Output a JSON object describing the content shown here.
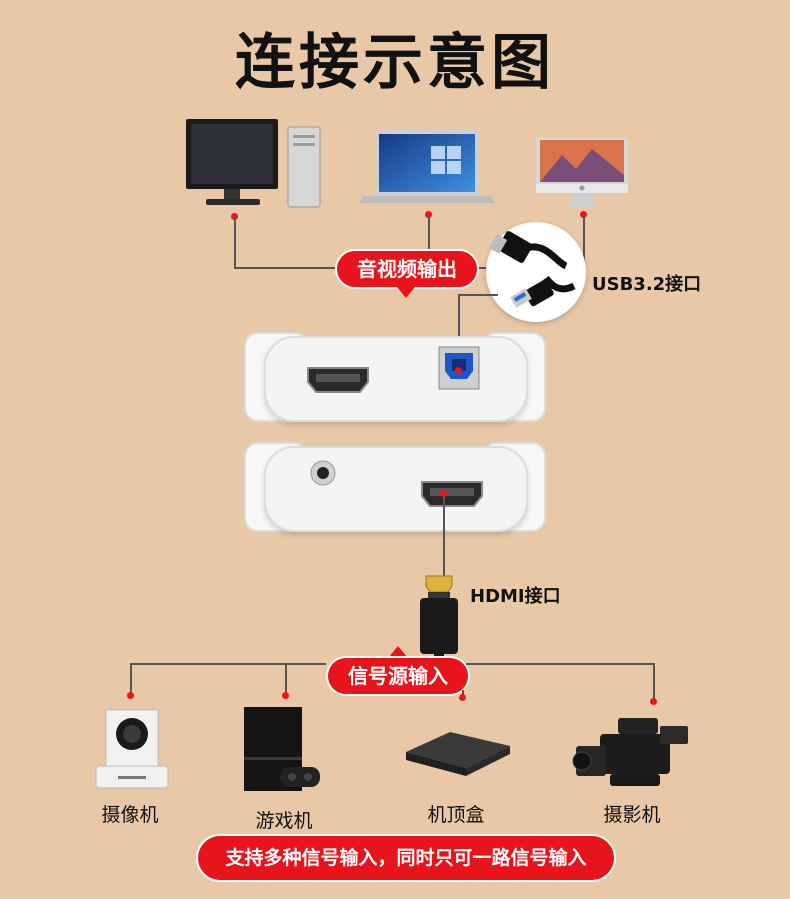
{
  "title": "连接示意图",
  "output_label": "音视频输出",
  "usb_label": "USB3.2接口",
  "hdmi_label": "HDMI接口",
  "input_label": "信号源输入",
  "devices_top": [
    "desktop-computer",
    "laptop",
    "imac"
  ],
  "devices_bottom": [
    {
      "icon": "ptz-camera-icon",
      "label": "摄像机"
    },
    {
      "icon": "game-console-icon",
      "label": "游戏机"
    },
    {
      "icon": "set-top-box-icon",
      "label": "机顶盒"
    },
    {
      "icon": "camcorder-icon",
      "label": "摄影机"
    }
  ],
  "footer_note": "支持多种信号输入，同时只可一路信号输入",
  "colors": {
    "background": "#e9c8a8",
    "accent": "#e8141b"
  }
}
